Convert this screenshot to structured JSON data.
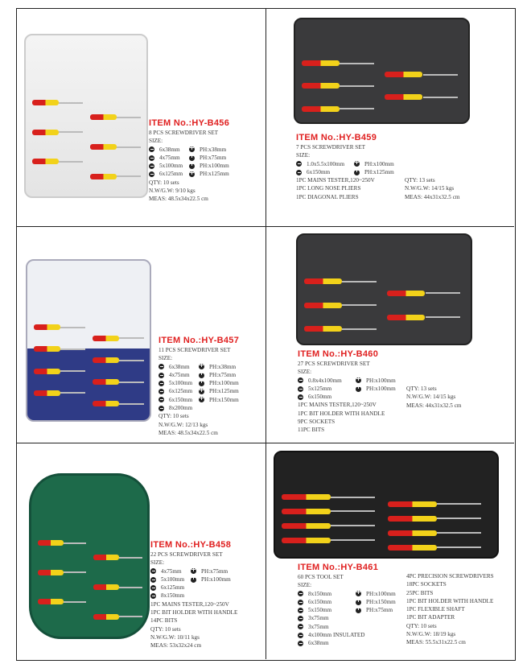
{
  "colors": {
    "accent": "#e02020",
    "handle_red": "#d8201c",
    "handle_yellow": "#f2d21a"
  },
  "products": [
    {
      "item": "ITEM No.:HY-B456",
      "desc": "8 PCS  SCREWDRIVER  SET",
      "size_label": "SIZE:",
      "sizes": [
        [
          "6x38mm",
          "PH:x38mm"
        ],
        [
          "4x75mm",
          "PH:x75mm"
        ],
        [
          "5x100mm",
          "PH:x100mm"
        ],
        [
          "6x125mm",
          "PH:x125mm"
        ]
      ],
      "extras": [],
      "qty": "QTY: 10 sets",
      "weight": "N.W/G.W: 9/10 kgs",
      "meas": "MEAS: 48.5x34x22.5 cm",
      "case": "clear"
    },
    {
      "item": "ITEM No.:HY-B459",
      "desc": "7 PCS  SCREWDRIVER  SET",
      "size_label": "SIZE:",
      "sizes": [
        [
          "1.0x5.5x100mm",
          "PH:x100mm"
        ],
        [
          "6x150mm",
          "PH:x125mm"
        ]
      ],
      "extras": [
        "1PC MAINS TESTER,120~250V",
        "1PC LONG NOSE PLIERS",
        "1PC DIAGONAL PLIERS"
      ],
      "qty": "QTY: 13 sets",
      "weight": "N.W/G.W: 14/15 kgs",
      "meas": "MEAS: 44x31x32.5 cm",
      "case": "dark"
    },
    {
      "item": "ITEM No.:HY-B457",
      "desc": "11 PCS  SCREWDRIVER  SET",
      "size_label": "SIZE:",
      "sizes": [
        [
          "6x38mm",
          "PH:x38mm"
        ],
        [
          "4x75mm",
          "PH:x75mm"
        ],
        [
          "5x100mm",
          "PH:x100mm"
        ],
        [
          "6x125mm",
          "PH:x125mm"
        ],
        [
          "6x150mm",
          "PH:x150mm"
        ],
        [
          "8x200mm",
          ""
        ]
      ],
      "extras": [],
      "qty": "QTY: 10 sets",
      "weight": "N.W/G.W: 12/13 kgs",
      "meas": "MEAS: 48.5x34x22.5 cm",
      "case": "blue"
    },
    {
      "item": "ITEM No.:HY-B460",
      "desc": "27 PCS  SCREWDRIVER  SET",
      "size_label": "SIZE:",
      "sizes": [
        [
          "0.8x4x100mm",
          "PH:x100mm"
        ],
        [
          "5x125mm",
          "PH:x100mm"
        ],
        [
          "6x150mm",
          ""
        ]
      ],
      "extras": [
        "1PC MAINS TESTER,120~250V",
        "1PC BIT HOLDER WITH HANDLE",
        "9PC SOCKETS",
        "11PC BITS"
      ],
      "qty": "QTY: 13 sets",
      "weight": "N.W/G.W: 14/15 kgs",
      "meas": "MEAS: 44x31x32.5 cm",
      "case": "dark"
    },
    {
      "item": "ITEM No.:HY-B458",
      "desc": "22 PCS  SCREWDRIVER  SET",
      "size_label": "SIZE:",
      "sizes": [
        [
          "4x75mm",
          "PH:x75mm"
        ],
        [
          "5x100mm",
          "PH:x100mm"
        ],
        [
          "6x125mm",
          ""
        ],
        [
          "8x150mm",
          ""
        ]
      ],
      "extras": [
        "1PC MAINS TESTER,120~250V",
        "1PC BIT HOLDER WITH HANDLE",
        "14PC BITS"
      ],
      "qty": "QTY: 10 sets",
      "weight": "N.W/G.W: 10/11 kgs",
      "meas": "MEAS: 53x32x24 cm",
      "case": "green"
    },
    {
      "item": "ITEM No.:HY-B461",
      "desc": "60 PCS  TOOL  SET",
      "size_label": "SIZE:",
      "sizes": [
        [
          "8x150mm",
          "PH:x100mm"
        ],
        [
          "6x150mm",
          "PH:x150mm"
        ],
        [
          "5x150mm",
          "PH:x75mm"
        ],
        [
          "3x75mm",
          ""
        ],
        [
          "3x75mm",
          ""
        ],
        [
          "4x100mm INSULATED",
          ""
        ],
        [
          "6x38mm",
          ""
        ]
      ],
      "extras": [
        "4PC PRECISION SCREWDRIVERS",
        "18PC SOCKETS",
        "25PC BITS",
        "1PC BIT HOLDER WITH HANDLE",
        "1PC FLEXIBLE SHAFT",
        "1PC BIT ADAPTER"
      ],
      "qty": "QTY: 10 sets",
      "weight": "N.W/G.W: 18/19 kgs",
      "meas": "MEAS: 55.5x31x22.5 cm",
      "case": "black"
    }
  ]
}
